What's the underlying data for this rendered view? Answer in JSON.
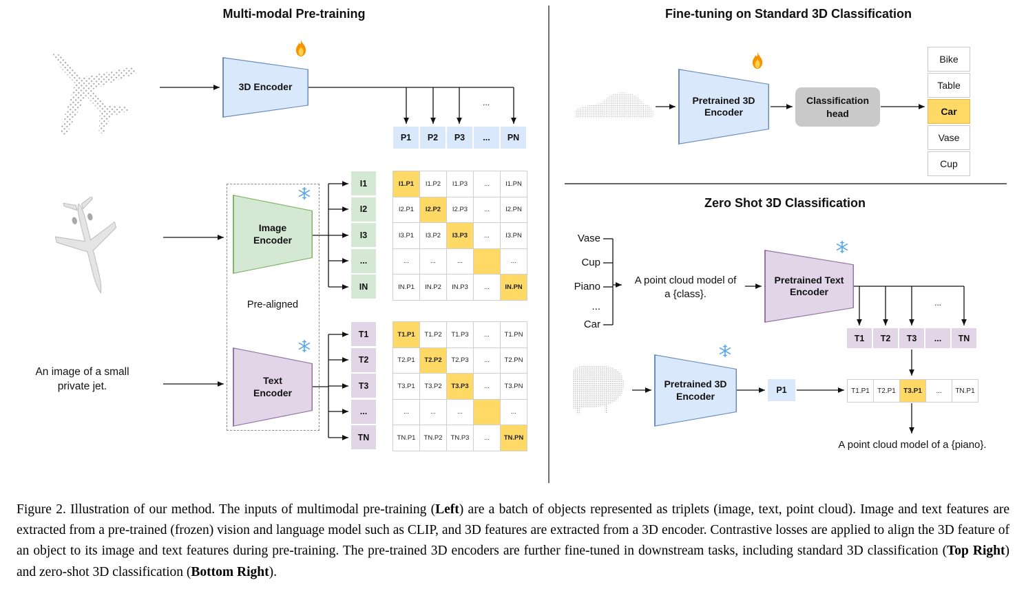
{
  "dots": "...",
  "icons": {
    "trainable": "flame-icon",
    "frozen": "snowflake-icon"
  },
  "left": {
    "title": "Multi-modal Pre-training",
    "encoder3d": "3D Encoder",
    "image_encoder": "Image\nEncoder",
    "text_encoder": "Text\nEncoder",
    "pre_aligned": "Pre-aligned",
    "input_text": "An image of a small\nprivate jet.",
    "p_row": [
      "P1",
      "P2",
      "P3",
      "...",
      "PN"
    ],
    "i_col": [
      "I1",
      "I2",
      "I3",
      "...",
      "IN"
    ],
    "t_col": [
      "T1",
      "T2",
      "T3",
      "...",
      "TN"
    ],
    "image_matrix": [
      [
        "I1.P1",
        "I1.P2",
        "I1.P3",
        "...",
        "I1.PN"
      ],
      [
        "I2.P1",
        "I2.P2",
        "I2.P3",
        "...",
        "I2.PN"
      ],
      [
        "I3.P1",
        "I3.P2",
        "I3.P3",
        "...",
        "I3.PN"
      ],
      [
        "...",
        "...",
        "...",
        "",
        "..."
      ],
      [
        "IN.P1",
        "IN.P2",
        "IN.P3",
        "...",
        "IN.PN"
      ]
    ],
    "text_matrix": [
      [
        "T1.P1",
        "T1.P2",
        "T1.P3",
        "...",
        "T1.PN"
      ],
      [
        "T2.P1",
        "T2.P2",
        "T2.P3",
        "...",
        "T2.PN"
      ],
      [
        "T3.P1",
        "T3.P2",
        "T3.P3",
        "...",
        "T3.PN"
      ],
      [
        "...",
        "...",
        "...",
        "",
        "..."
      ],
      [
        "TN.P1",
        "TN.P2",
        "TN.P3",
        "...",
        "TN.PN"
      ]
    ]
  },
  "top_right": {
    "title": "Fine-tuning on Standard 3D Classification",
    "encoder": "Pretrained 3D\nEncoder",
    "head": "Classification\nhead",
    "classes": [
      "Bike",
      "Table",
      "Car",
      "Vase",
      "Cup"
    ],
    "highlighted": "Car"
  },
  "bottom_right": {
    "title": "Zero Shot 3D Classification",
    "classes": [
      "Vase",
      "Cup",
      "Piano",
      "...",
      "Car"
    ],
    "prompt": "A point cloud model of\na {class}.",
    "text_encoder": "Pretrained Text\nEncoder",
    "encoder": "Pretrained 3D\nEncoder",
    "p_cell": "P1",
    "t_row": [
      "T1",
      "T2",
      "T3",
      "...",
      "TN"
    ],
    "result_row": [
      "T1.P1",
      "T2.P1",
      "T3.P1",
      "...",
      "TN.P1"
    ],
    "highlighted_result": "T3.P1",
    "output": "A point cloud model of a {piano}."
  },
  "colors": {
    "blue": "#dae8fc",
    "green": "#d5e8d4",
    "purple": "#e1d5e7",
    "highlight": "#ffd966",
    "head_gray": "#c9c9c9"
  },
  "caption": {
    "seg1": "Figure 2. Illustration of our method. The inputs of multimodal pre-training (",
    "bold1": "Left",
    "seg2": ") are a batch of objects represented as triplets (image, text, point cloud). Image and text features are extracted from a pre-trained (frozen) vision and language model such as CLIP, and 3D features are extracted from a 3D encoder. Contrastive losses are applied to align the 3D feature of an object to its image and text features during pre-training. The pre-trained 3D encoders are further fine-tuned in downstream tasks, including standard 3D classification (",
    "bold2": "Top Right",
    "seg3": ") and zero-shot 3D classification (",
    "bold3": "Bottom Right",
    "seg4": ")."
  }
}
